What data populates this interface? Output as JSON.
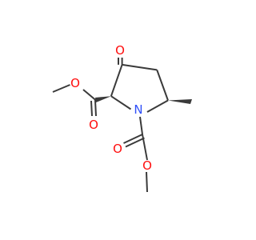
{
  "molecule": {
    "atoms": {
      "oxygen_ketone": "O",
      "oxygen_ester_carbonyl_upper": "O",
      "oxygen_ester_single_upper": "O",
      "nitrogen": "N",
      "oxygen_ester_carbonyl_lower": "O",
      "oxygen_ester_single_lower": "O"
    },
    "colors": {
      "bond": "#3a3a3a",
      "oxygen": "#ff0d0d",
      "nitrogen": "#3050f8",
      "background": "#ffffff"
    }
  }
}
